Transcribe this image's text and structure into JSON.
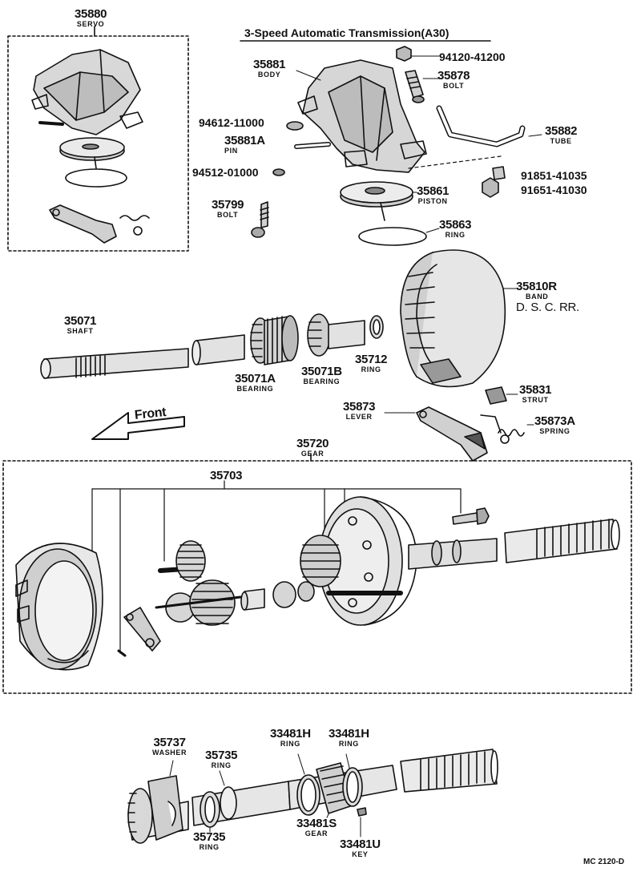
{
  "title": "3-Speed Automatic Transmission(A30)",
  "code": "MC 2120-D",
  "front": "Front",
  "parts": {
    "p35880": {
      "num": "35880",
      "name": "SERVO"
    },
    "p35881": {
      "num": "35881",
      "name": "BODY"
    },
    "p94120": {
      "num": "94120-41200",
      "name": ""
    },
    "p35878": {
      "num": "35878",
      "name": "BOLT"
    },
    "p94612": {
      "num": "94612-11000",
      "name": ""
    },
    "p35881A": {
      "num": "35881A",
      "name": "PIN"
    },
    "p35882": {
      "num": "35882",
      "name": "TUBE"
    },
    "p94512": {
      "num": "94512-01000",
      "name": ""
    },
    "p91851": {
      "num": "91851-41035",
      "name": ""
    },
    "p91651": {
      "num": "91651-41030",
      "name": ""
    },
    "p35799": {
      "num": "35799",
      "name": "BOLT"
    },
    "p35861": {
      "num": "35861",
      "name": "PISTON"
    },
    "p35863": {
      "num": "35863",
      "name": "RING"
    },
    "p35810R": {
      "num": "35810R",
      "name": "BAND",
      "extra": "D. S. C.  RR."
    },
    "p35071": {
      "num": "35071",
      "name": "SHAFT"
    },
    "p35071A": {
      "num": "35071A",
      "name": "BEARING"
    },
    "p35071B": {
      "num": "35071B",
      "name": "BEARING"
    },
    "p35712": {
      "num": "35712",
      "name": "RING"
    },
    "p35831": {
      "num": "35831",
      "name": "STRUT"
    },
    "p35873": {
      "num": "35873",
      "name": "LEVER"
    },
    "p35873A": {
      "num": "35873A",
      "name": "SPRING"
    },
    "p35720": {
      "num": "35720",
      "name": "GEAR"
    },
    "p35703": {
      "num": "35703",
      "name": ""
    },
    "p35737": {
      "num": "35737",
      "name": "WASHER"
    },
    "p35735a": {
      "num": "35735",
      "name": "RING"
    },
    "p35735b": {
      "num": "35735",
      "name": "RING"
    },
    "p33481Ha": {
      "num": "33481H",
      "name": "RING"
    },
    "p33481Hb": {
      "num": "33481H",
      "name": "RING"
    },
    "p33481S": {
      "num": "33481S",
      "name": "GEAR"
    },
    "p33481U": {
      "num": "33481U",
      "name": "KEY"
    }
  }
}
